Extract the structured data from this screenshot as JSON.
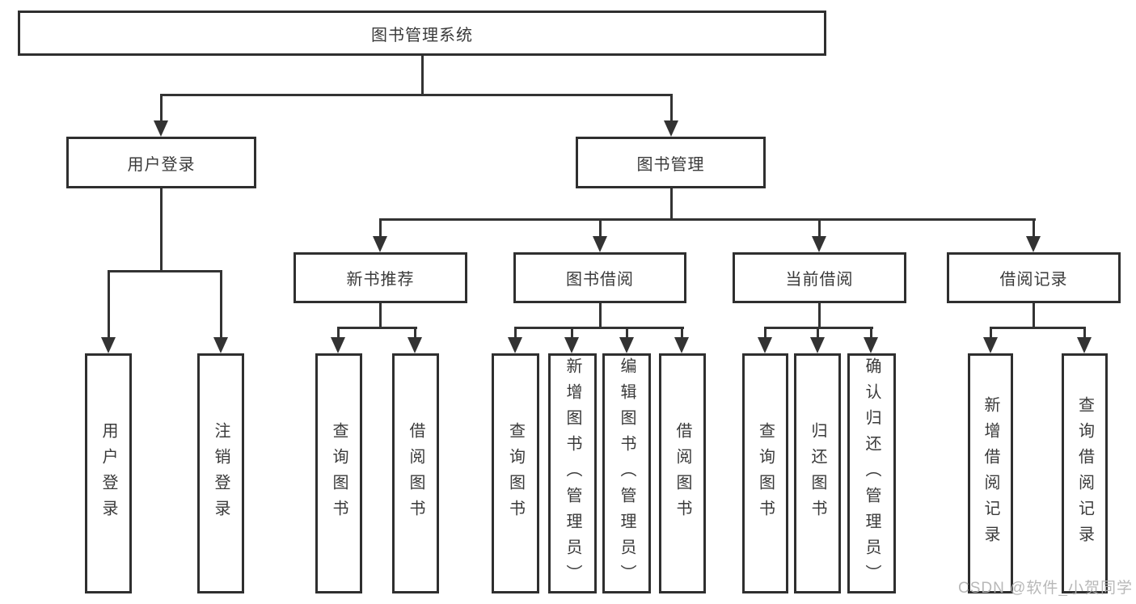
{
  "colors": {
    "line": "#333333",
    "box_border": "#2f2f2f",
    "text": "#3a3a3a",
    "watermark": "#b2b2b2",
    "background": "#ffffff"
  },
  "watermark": "CSDN @软件_小贺同学",
  "tree": {
    "label": "图书管理系统",
    "children": [
      {
        "label": "用户登录",
        "children": [
          {
            "label": "用户登录"
          },
          {
            "label": "注销登录"
          }
        ]
      },
      {
        "label": "图书管理",
        "children": [
          {
            "label": "新书推荐",
            "children": [
              {
                "label": "查询图书"
              },
              {
                "label": "借阅图书"
              }
            ]
          },
          {
            "label": "图书借阅",
            "children": [
              {
                "label": "查询图书"
              },
              {
                "label": "新增图书（管理员）"
              },
              {
                "label": "编辑图书（管理员）"
              },
              {
                "label": "借阅图书"
              }
            ]
          },
          {
            "label": "当前借阅",
            "children": [
              {
                "label": "查询图书"
              },
              {
                "label": "归还图书"
              },
              {
                "label": "确认归还（管理员）"
              }
            ]
          },
          {
            "label": "借阅记录",
            "children": [
              {
                "label": "新增借阅记录"
              },
              {
                "label": "查询借阅记录"
              }
            ]
          }
        ]
      }
    ]
  }
}
